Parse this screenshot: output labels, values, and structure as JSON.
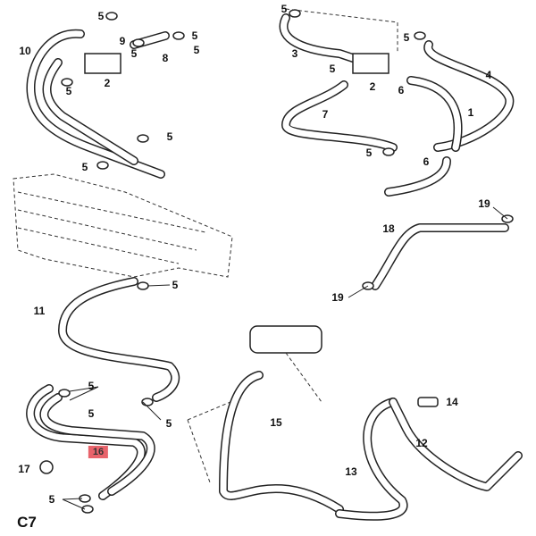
{
  "diagram": {
    "code": "C7",
    "highlight_color": "#e8636b",
    "labels": [
      "5",
      "9",
      "5",
      "10",
      "5",
      "8",
      "2",
      "5",
      "5",
      "5",
      "5",
      "3",
      "5",
      "5",
      "5",
      "4",
      "2",
      "6",
      "7",
      "1",
      "5",
      "6",
      "19",
      "18",
      "19",
      "5",
      "11",
      "5",
      "5",
      "5",
      "15",
      "14",
      "16",
      "12",
      "17",
      "13",
      "5"
    ]
  }
}
